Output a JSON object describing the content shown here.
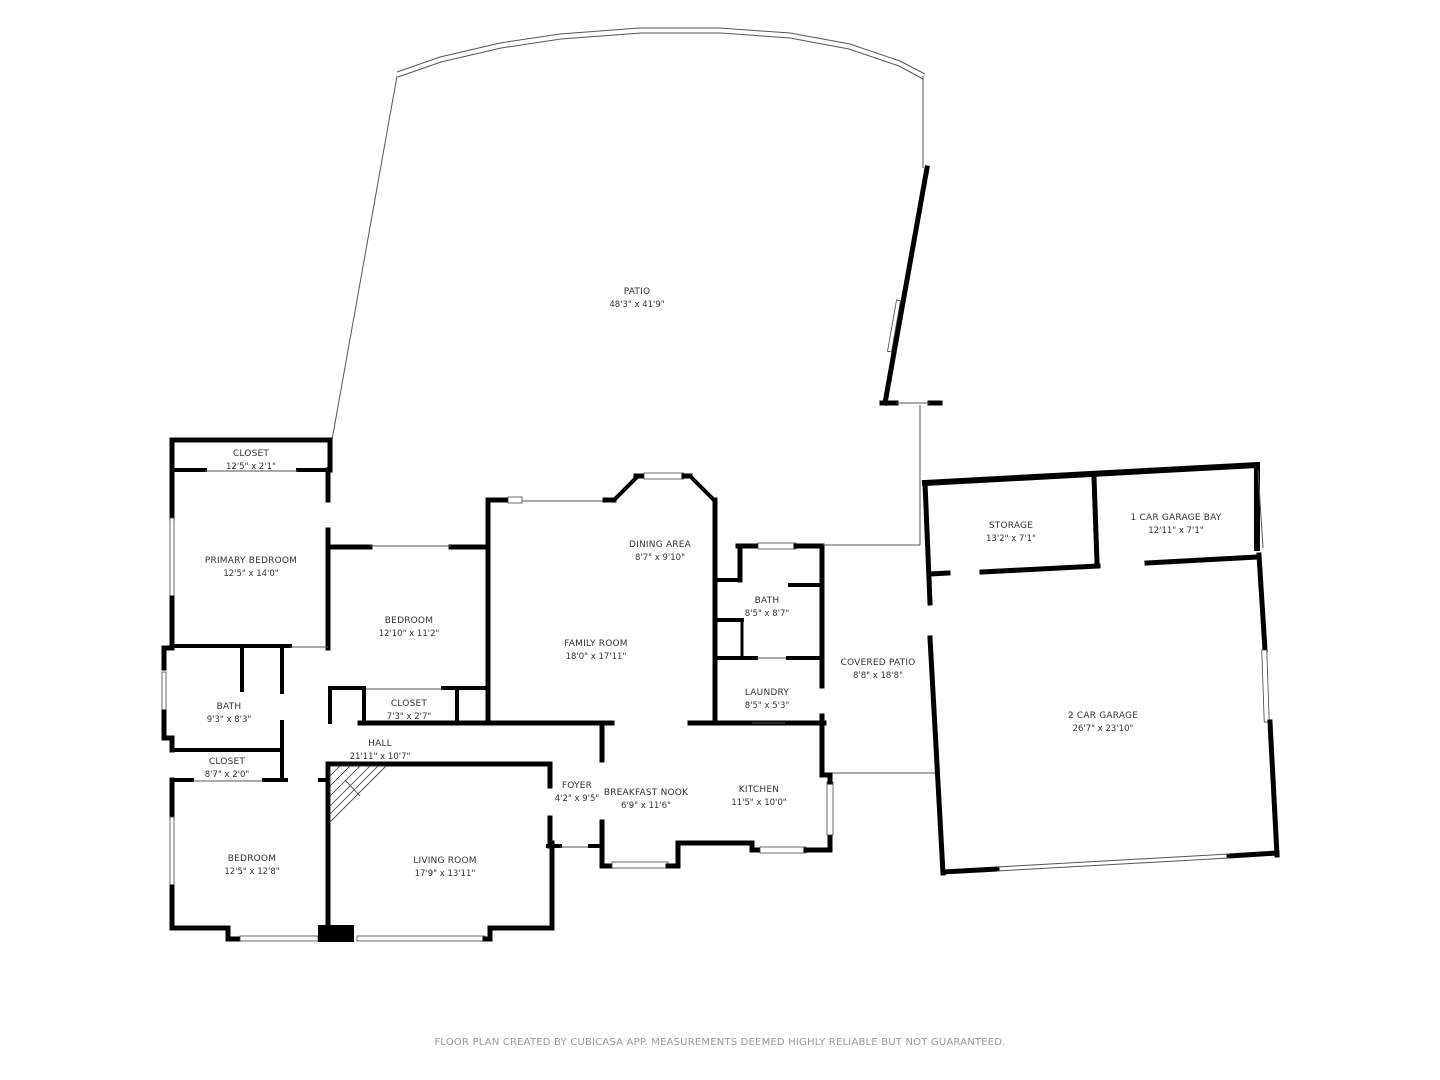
{
  "rooms": {
    "patio": {
      "name": "PATIO",
      "dim": "48'3\" x 41'9\""
    },
    "closet_primary": {
      "name": "CLOSET",
      "dim": "12'5\" x 2'1\""
    },
    "primary_bedroom": {
      "name": "PRIMARY BEDROOM",
      "dim": "12'5\" x 14'0\""
    },
    "bedroom_2": {
      "name": "BEDROOM",
      "dim": "12'10\" x 11'2\""
    },
    "closet_2": {
      "name": "CLOSET",
      "dim": "7'3\" x 2'7\""
    },
    "bath_1": {
      "name": "BATH",
      "dim": "9'3\" x 8'3\""
    },
    "closet_3": {
      "name": "CLOSET",
      "dim": "8'7\" x 2'0\""
    },
    "hall": {
      "name": "HALL",
      "dim": "21'11\" x 10'7\""
    },
    "bedroom_3": {
      "name": "BEDROOM",
      "dim": "12'5\" x 12'8\""
    },
    "living_room": {
      "name": "LIVING ROOM",
      "dim": "17'9\" x 13'11\""
    },
    "foyer": {
      "name": "FOYER",
      "dim": "4'2\" x 9'5\""
    },
    "dining_area": {
      "name": "DINING AREA",
      "dim": "8'7\" x 9'10\""
    },
    "family_room": {
      "name": "FAMILY ROOM",
      "dim": "18'0\" x 17'11\""
    },
    "breakfast_nook": {
      "name": "BREAKFAST NOOK",
      "dim": "6'9\" x 11'6\""
    },
    "kitchen": {
      "name": "KITCHEN",
      "dim": "11'5\" x 10'0\""
    },
    "bath_2": {
      "name": "BATH",
      "dim": "8'5\" x 8'7\""
    },
    "laundry": {
      "name": "LAUNDRY",
      "dim": "8'5\" x 5'3\""
    },
    "covered_patio": {
      "name": "COVERED PATIO",
      "dim": "8'8\" x 18'8\""
    },
    "storage": {
      "name": "STORAGE",
      "dim": "13'2\" x 7'1\""
    },
    "garage_bay": {
      "name": "1 CAR GARAGE BAY",
      "dim": "12'11\" x 7'1\""
    },
    "garage_2car": {
      "name": "2 CAR GARAGE",
      "dim": "26'7\" x 23'10\""
    }
  },
  "footer": {
    "text": "FLOOR PLAN CREATED BY CUBICASA APP. MEASUREMENTS DEEMED HIGHLY RELIABLE BUT NOT GUARANTEED."
  },
  "colors": {
    "wall": "#000000",
    "text": "#333333",
    "footer": "#9a9a9a"
  }
}
